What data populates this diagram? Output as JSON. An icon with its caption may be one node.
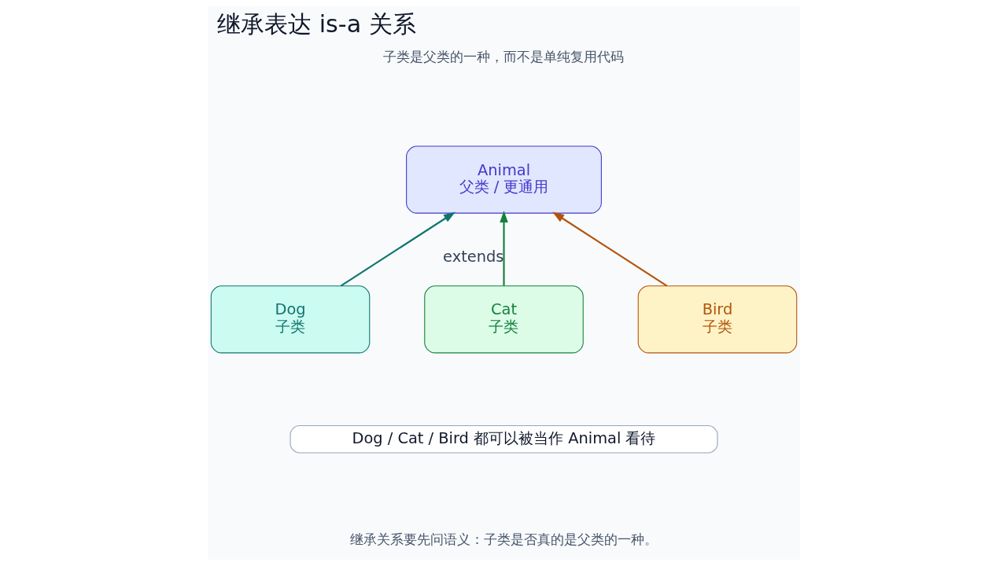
{
  "diagram": {
    "title": "继承表达 is-a 关系",
    "nodes": [
      {
        "text": [
          "Animal",
          "父类 / 更通用"
        ]
      },
      {
        "text": [
          "Dog",
          "子类"
        ]
      },
      {
        "text": [
          "Cat",
          "子类"
        ]
      },
      {
        "text": [
          "Bird",
          "子类"
        ]
      },
      {
        "text": [
          "Dog / Cat / Bird 都可以被当作 Animal 看待"
        ]
      }
    ],
    "edges": [
      {
        "from": 1,
        "to": 0,
        "arrow": "to",
        "color": "#0f766e"
      },
      {
        "from": 2,
        "to": 0,
        "arrow": "to",
        "label": "extends",
        "color": "#15803d"
      },
      {
        "from": 3,
        "to": 0,
        "arrow": "to",
        "color": "#b45309"
      }
    ],
    "labels": [
      "子类是父类的一种，而不是单纯复用代码",
      "继承关系要先问语义：子类是否真的是父类的一种。"
    ]
  }
}
